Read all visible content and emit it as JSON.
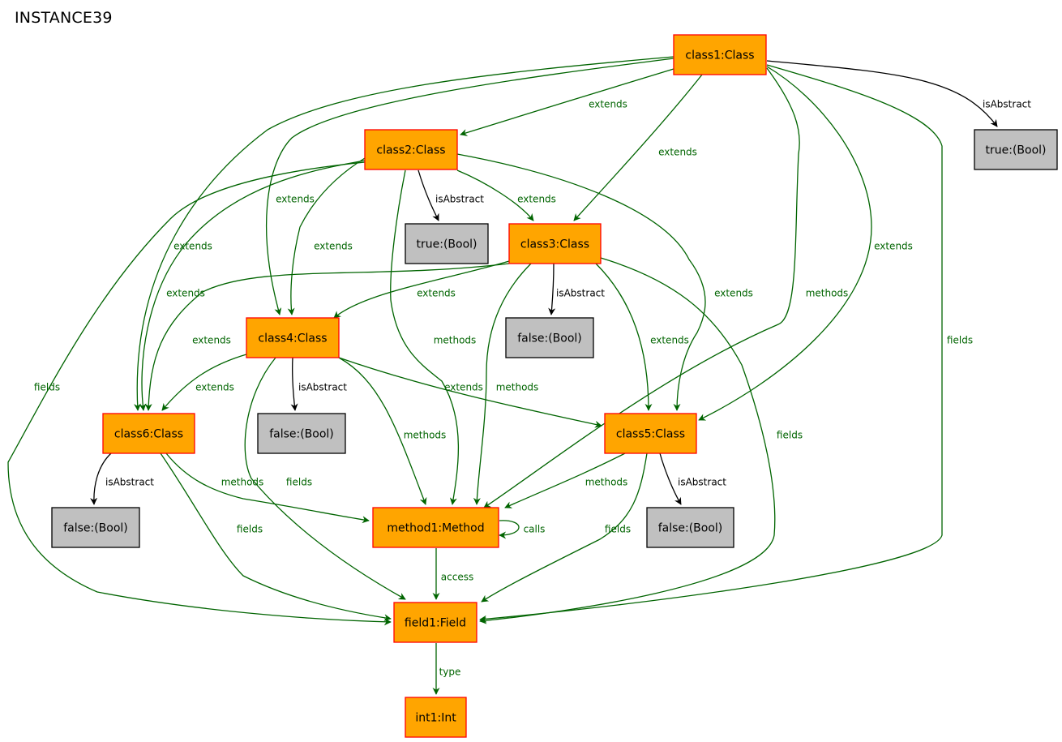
{
  "title": "INSTANCE39",
  "colors": {
    "object_fill": "#FFA500",
    "object_stroke": "#FF0000",
    "value_fill": "#C0C0C0",
    "value_stroke": "#000000",
    "relation_edge": "#006400",
    "attribute_edge": "#000000"
  },
  "nodes": [
    {
      "id": "class1",
      "label": "class1:Class",
      "kind": "object"
    },
    {
      "id": "bool1",
      "label": "true:(Bool)",
      "kind": "value"
    },
    {
      "id": "class2",
      "label": "class2:Class",
      "kind": "object"
    },
    {
      "id": "bool2",
      "label": "true:(Bool)",
      "kind": "value"
    },
    {
      "id": "class3",
      "label": "class3:Class",
      "kind": "object"
    },
    {
      "id": "bool3",
      "label": "false:(Bool)",
      "kind": "value"
    },
    {
      "id": "class4",
      "label": "class4:Class",
      "kind": "object"
    },
    {
      "id": "bool4",
      "label": "false:(Bool)",
      "kind": "value"
    },
    {
      "id": "class5",
      "label": "class5:Class",
      "kind": "object"
    },
    {
      "id": "bool5",
      "label": "false:(Bool)",
      "kind": "value"
    },
    {
      "id": "class6",
      "label": "class6:Class",
      "kind": "object"
    },
    {
      "id": "bool6",
      "label": "false:(Bool)",
      "kind": "value"
    },
    {
      "id": "method1",
      "label": "method1:Method",
      "kind": "object"
    },
    {
      "id": "field1",
      "label": "field1:Field",
      "kind": "object"
    },
    {
      "id": "int1",
      "label": "int1:Int",
      "kind": "object"
    }
  ],
  "edges": [
    {
      "from": "class1",
      "to": "bool1",
      "label": "isAbstract",
      "kind": "attribute"
    },
    {
      "from": "class1",
      "to": "class2",
      "label": "extends",
      "kind": "relation"
    },
    {
      "from": "class1",
      "to": "class3",
      "label": "extends",
      "kind": "relation"
    },
    {
      "from": "class1",
      "to": "class4",
      "label": "extends",
      "kind": "relation"
    },
    {
      "from": "class1",
      "to": "class5",
      "label": "extends",
      "kind": "relation"
    },
    {
      "from": "class1",
      "to": "class6",
      "label": "extends",
      "kind": "relation"
    },
    {
      "from": "class1",
      "to": "method1",
      "label": "methods",
      "kind": "relation"
    },
    {
      "from": "class1",
      "to": "field1",
      "label": "fields",
      "kind": "relation"
    },
    {
      "from": "class2",
      "to": "bool2",
      "label": "isAbstract",
      "kind": "attribute"
    },
    {
      "from": "class2",
      "to": "class3",
      "label": "extends",
      "kind": "relation"
    },
    {
      "from": "class2",
      "to": "class4",
      "label": "extends",
      "kind": "relation"
    },
    {
      "from": "class2",
      "to": "class5",
      "label": "extends",
      "kind": "relation"
    },
    {
      "from": "class2",
      "to": "class6",
      "label": "extends",
      "kind": "relation"
    },
    {
      "from": "class2",
      "to": "method1",
      "label": "methods",
      "kind": "relation"
    },
    {
      "from": "class2",
      "to": "field1",
      "label": "fields",
      "kind": "relation"
    },
    {
      "from": "class3",
      "to": "bool3",
      "label": "isAbstract",
      "kind": "attribute"
    },
    {
      "from": "class3",
      "to": "class4",
      "label": "extends",
      "kind": "relation"
    },
    {
      "from": "class3",
      "to": "class5",
      "label": "extends",
      "kind": "relation"
    },
    {
      "from": "class3",
      "to": "class6",
      "label": "extends",
      "kind": "relation"
    },
    {
      "from": "class3",
      "to": "method1",
      "label": "methods",
      "kind": "relation"
    },
    {
      "from": "class3",
      "to": "field1",
      "label": "fields",
      "kind": "relation"
    },
    {
      "from": "class4",
      "to": "bool4",
      "label": "isAbstract",
      "kind": "attribute"
    },
    {
      "from": "class4",
      "to": "class5",
      "label": "extends",
      "kind": "relation"
    },
    {
      "from": "class4",
      "to": "class6",
      "label": "extends",
      "kind": "relation"
    },
    {
      "from": "class4",
      "to": "method1",
      "label": "methods",
      "kind": "relation"
    },
    {
      "from": "class4",
      "to": "field1",
      "label": "fields",
      "kind": "relation"
    },
    {
      "from": "class5",
      "to": "bool5",
      "label": "isAbstract",
      "kind": "attribute"
    },
    {
      "from": "class5",
      "to": "method1",
      "label": "methods",
      "kind": "relation"
    },
    {
      "from": "class5",
      "to": "field1",
      "label": "fields",
      "kind": "relation"
    },
    {
      "from": "class6",
      "to": "bool6",
      "label": "isAbstract",
      "kind": "attribute"
    },
    {
      "from": "class6",
      "to": "method1",
      "label": "methods",
      "kind": "relation"
    },
    {
      "from": "class6",
      "to": "field1",
      "label": "fields",
      "kind": "relation"
    },
    {
      "from": "method1",
      "to": "method1",
      "label": "calls",
      "kind": "relation"
    },
    {
      "from": "method1",
      "to": "field1",
      "label": "access",
      "kind": "relation"
    },
    {
      "from": "field1",
      "to": "int1",
      "label": "type",
      "kind": "relation"
    }
  ]
}
